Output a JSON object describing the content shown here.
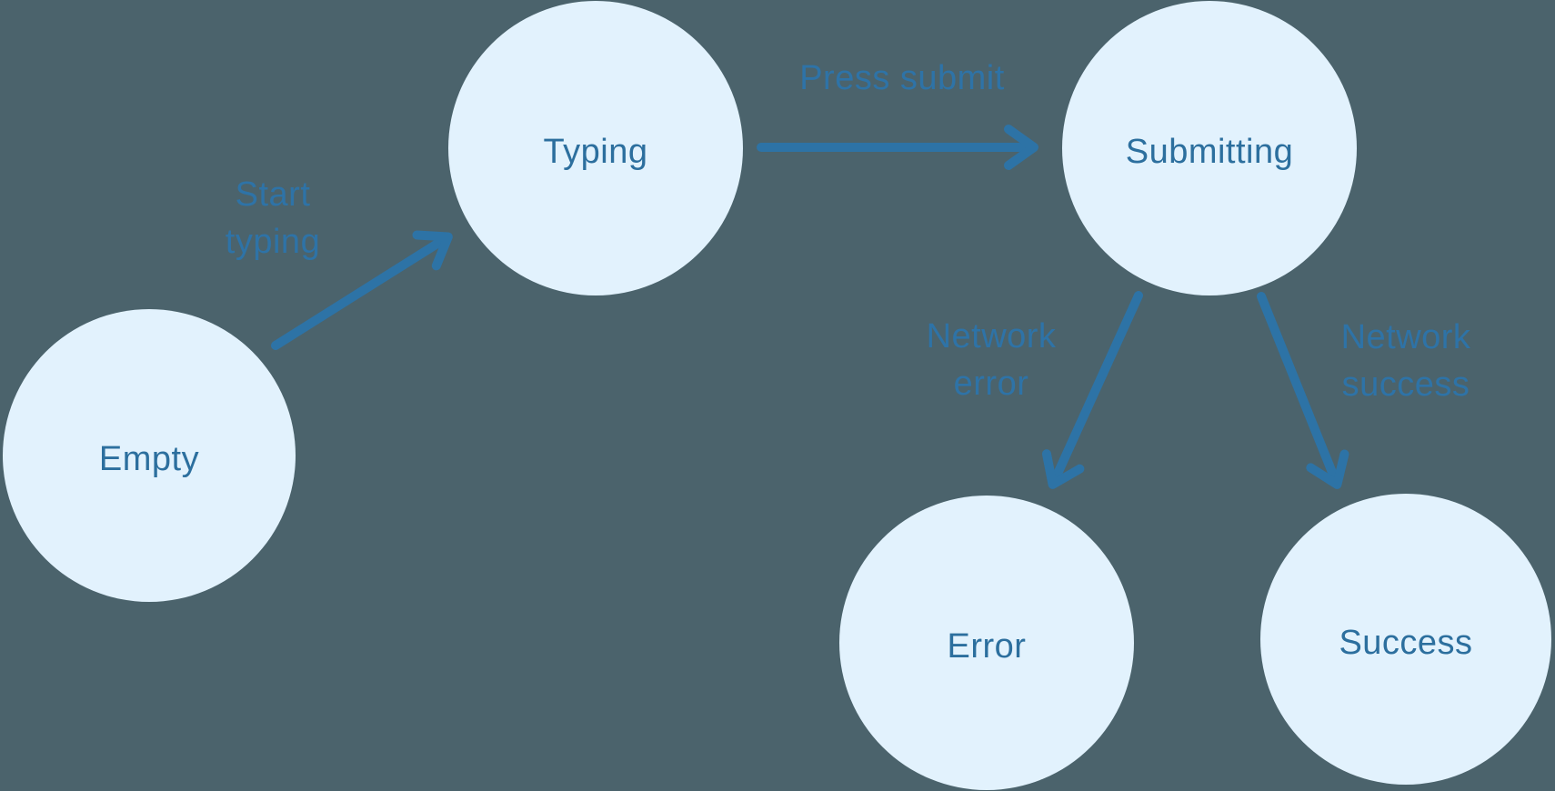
{
  "diagram": {
    "type": "state-machine",
    "states": [
      {
        "id": "empty",
        "label": "Empty"
      },
      {
        "id": "typing",
        "label": "Typing"
      },
      {
        "id": "submitting",
        "label": "Submitting"
      },
      {
        "id": "error",
        "label": "Error"
      },
      {
        "id": "success",
        "label": "Success"
      }
    ],
    "transitions": [
      {
        "from": "empty",
        "to": "typing",
        "label_lines": [
          "Start",
          "typing"
        ]
      },
      {
        "from": "typing",
        "to": "submitting",
        "label_lines": [
          "Press submit"
        ]
      },
      {
        "from": "submitting",
        "to": "error",
        "label_lines": [
          "Network",
          "error"
        ]
      },
      {
        "from": "submitting",
        "to": "success",
        "label_lines": [
          "Network",
          "success"
        ]
      }
    ],
    "colors": {
      "background": "#4b636c",
      "node_fill": "#e2f2fd",
      "node_text": "#2c6f9e",
      "transition_text": "#2e73a7",
      "arrow": "#2d73a6"
    }
  }
}
